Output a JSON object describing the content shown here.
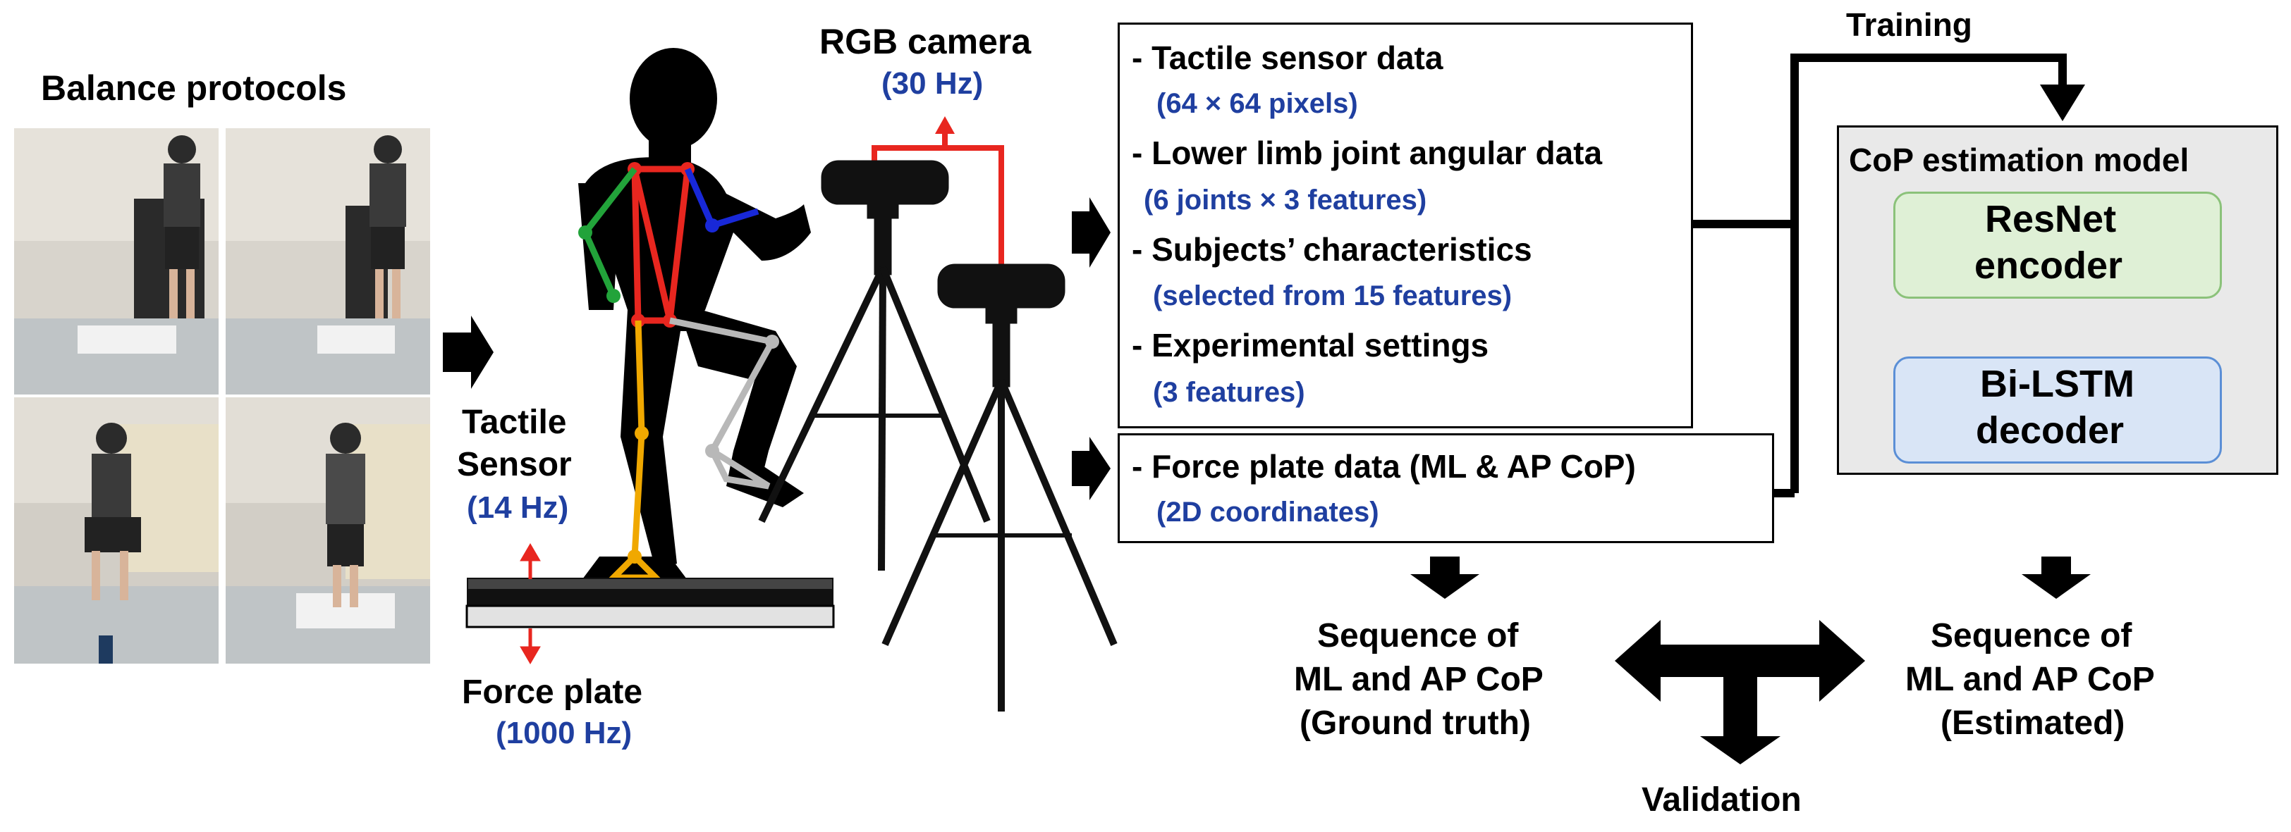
{
  "balance": {
    "title": "Balance protocols"
  },
  "sensor": {
    "tactile_line1": "Tactile",
    "tactile_line2": "Sensor",
    "tactile_rate": "(14 Hz)",
    "force_label": "Force plate",
    "force_rate": "(1000 Hz)"
  },
  "camera": {
    "label": "RGB camera",
    "rate": "(30 Hz)"
  },
  "inputs": [
    {
      "label": "- Tactile sensor data",
      "detail": "(64 × 64 pixels)"
    },
    {
      "label": "- Lower limb joint angular data",
      "detail": "(6 joints × 3 features)"
    },
    {
      "label": "- Subjects’ characteristics",
      "detail": "(selected from 15 features)"
    },
    {
      "label": "- Experimental settings",
      "detail": "(3 features)"
    }
  ],
  "force_data": {
    "label": "- Force plate data (ML & AP CoP)",
    "detail": "(2D coordinates)"
  },
  "training": "Training",
  "model": {
    "title": "CoP estimation model",
    "encoder_line1": "ResNet",
    "encoder_line2": "encoder",
    "decoder_line1": "Bi-LSTM",
    "decoder_line2": "decoder"
  },
  "outputs": {
    "gt_line1": "Sequence of",
    "gt_line2": "ML and AP CoP",
    "gt_line3": "(Ground truth)",
    "est_line1": "Sequence of",
    "est_line2": "ML and AP CoP",
    "est_line3": "(Estimated)"
  },
  "validation": "Validation",
  "colors": {
    "accent_blue": "#1f3fa0",
    "red": "#e8261f",
    "encoder_fill": "#dff0d6",
    "encoder_border": "#8bc27a",
    "decoder_fill": "#d9e5f6",
    "decoder_border": "#5b8fd6",
    "model_bg": "#e9e9e9"
  }
}
